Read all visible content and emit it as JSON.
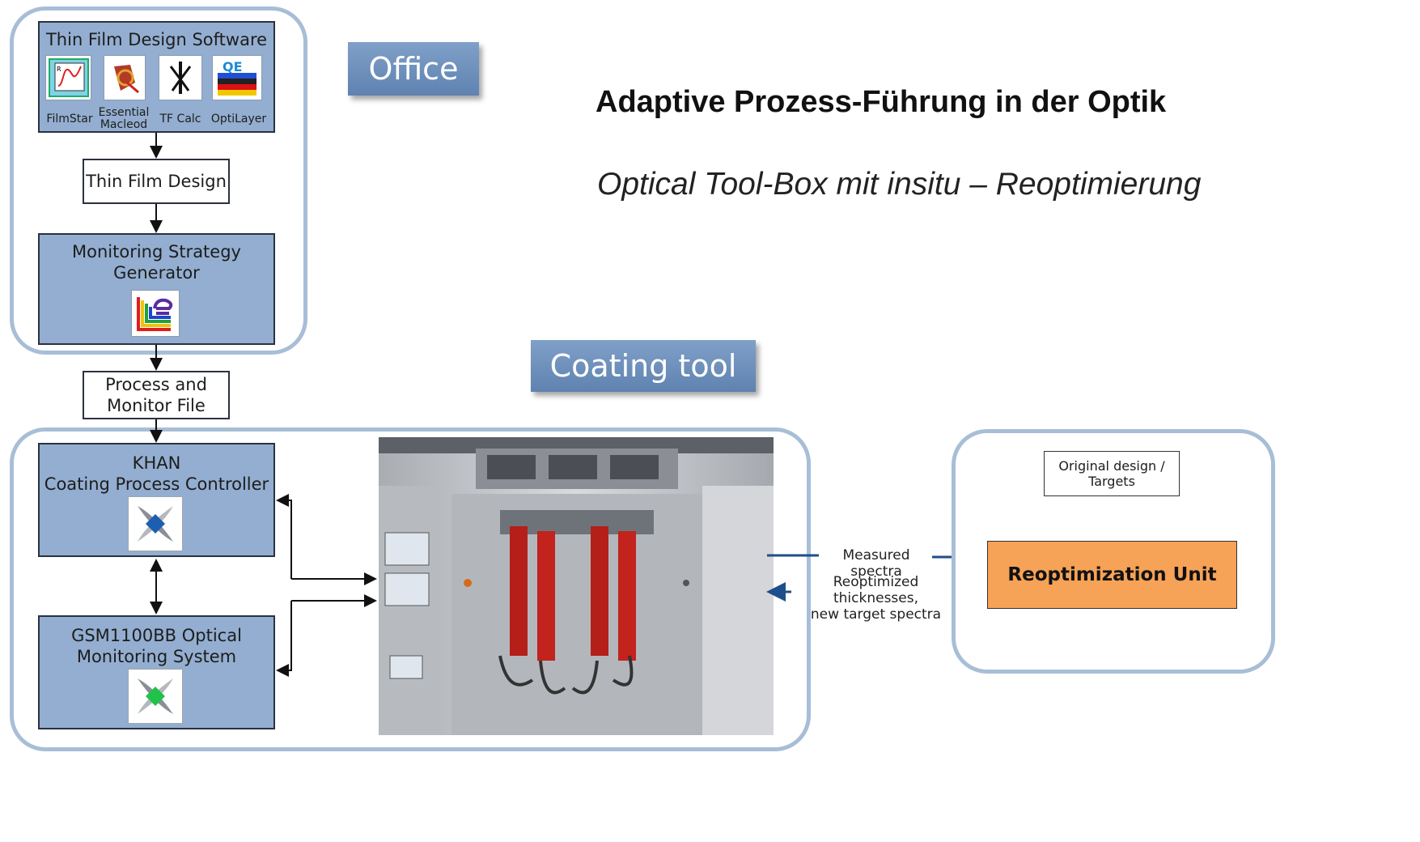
{
  "title": "Adaptive Prozess-Führung in der Optik",
  "subtitle": "Optical Tool-Box mit insitu – Reoptimierung",
  "tags": {
    "office": "Office",
    "coating": "Coating tool"
  },
  "software_box": {
    "title": "Thin Film Design Software",
    "tools": [
      {
        "label": "FilmStar",
        "icon": "filmstar-icon"
      },
      {
        "label": "Essential Macleod",
        "icon": "macleod-icon"
      },
      {
        "label": "TF Calc",
        "icon": "tfcalc-icon"
      },
      {
        "label": "OptiLayer",
        "icon": "optilayer-icon"
      }
    ]
  },
  "thin_film_design": "Thin Film Design",
  "monitoring_strategy": {
    "line1": "Monitoring Strategy",
    "line2": "Generator"
  },
  "process_file": {
    "line1": "Process and",
    "line2": "Monitor File"
  },
  "khan": {
    "line1": "KHAN",
    "line2": "Coating Process Controller"
  },
  "gsm": {
    "line1": "GSM1100BB Optical",
    "line2": "Monitoring System"
  },
  "flows": {
    "measured": "Measured spectra",
    "reopt_line1": "Reoptimized thicknesses,",
    "reopt_line2": "new target spectra"
  },
  "original_design": {
    "line1": "Original design /",
    "line2": "Targets"
  },
  "reoptimization_unit": "Reoptimization Unit",
  "colors": {
    "box_fill": "#93aed0",
    "group_border": "#a8bed6",
    "tag_fill": "#6d8fbc",
    "reopt_fill": "#f6a257",
    "arrow_blue": "#1f4e8c"
  }
}
